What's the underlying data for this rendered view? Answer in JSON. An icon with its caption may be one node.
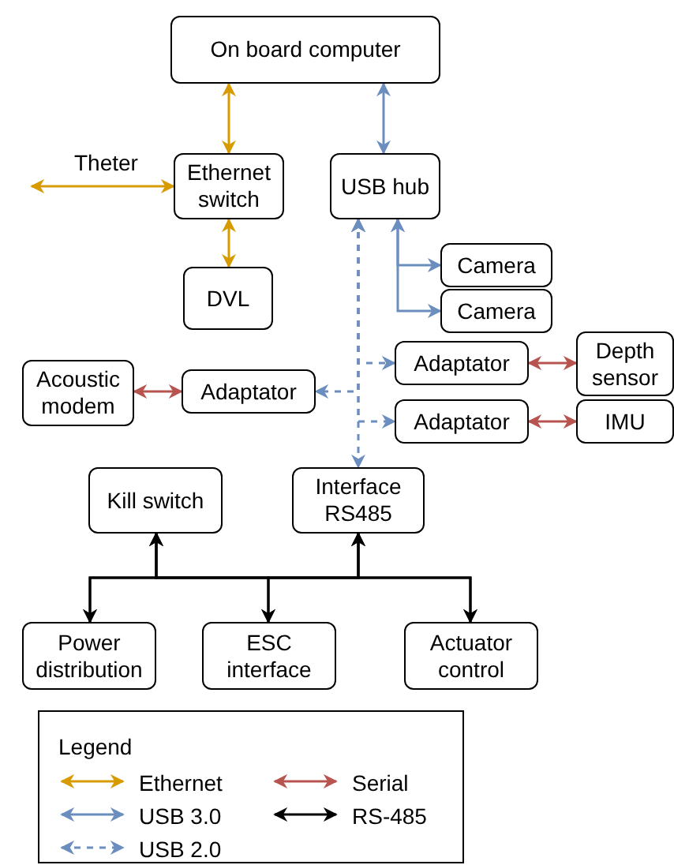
{
  "diagram": {
    "nodes": [
      {
        "text": [
          "On board computer"
        ]
      },
      {
        "text": [
          "Ethernet switch"
        ]
      },
      {
        "text": [
          "USB hub"
        ]
      },
      {
        "text": [
          "Camera"
        ]
      },
      {
        "text": [
          "Camera"
        ]
      },
      {
        "text": [
          "DVL"
        ]
      },
      {
        "text": [
          "Adaptator"
        ]
      },
      {
        "text": [
          "Depth sensor"
        ]
      },
      {
        "text": [
          "Acoustic modem"
        ]
      },
      {
        "text": [
          "Adaptator"
        ]
      },
      {
        "text": [
          "Adaptator"
        ]
      },
      {
        "text": [
          "IMU"
        ]
      },
      {
        "text": [
          "Kill switch"
        ]
      },
      {
        "text": [
          "Interface RS485"
        ]
      },
      {
        "text": [
          "Power distribution"
        ]
      },
      {
        "text": [
          "ESC interface"
        ]
      },
      {
        "text": [
          "Actuator control"
        ]
      }
    ],
    "edges": [
      {
        "from": 0,
        "to": 1,
        "arrow": "both",
        "color": "#d79b00"
      },
      {
        "from": 0,
        "to": 2,
        "arrow": "both"
      },
      {
        "from": null,
        "to": 1,
        "arrow": "both",
        "label": "Theter",
        "color": "#d79b00"
      },
      {
        "from": 1,
        "to": 5,
        "arrow": "both",
        "color": "#d79b00"
      },
      {
        "from": 2,
        "to": 3,
        "arrow": "both"
      },
      {
        "from": 2,
        "to": 4,
        "arrow": "both"
      },
      {
        "from": 2,
        "to": 6,
        "arrow": "both",
        "style": "dashed"
      },
      {
        "from": 2,
        "to": 9,
        "arrow": "both",
        "style": "dashed"
      },
      {
        "from": 2,
        "to": 10,
        "arrow": "both",
        "style": "dashed"
      },
      {
        "from": 2,
        "to": 13,
        "arrow": "both",
        "style": "dashed"
      },
      {
        "from": 6,
        "to": 7,
        "arrow": "both",
        "color": "#b85450"
      },
      {
        "from": 8,
        "to": 9,
        "arrow": "both",
        "color": "#b85450"
      },
      {
        "from": 10,
        "to": 11,
        "arrow": "both",
        "color": "#b85450"
      },
      {
        "from": 12,
        "to": 14,
        "arrow": "both",
        "color": "#000000"
      },
      {
        "from": 12,
        "to": 15,
        "arrow": "both",
        "color": "#000000"
      },
      {
        "from": 12,
        "to": 16,
        "arrow": "both",
        "color": "#000000"
      },
      {
        "from": 13,
        "to": 14,
        "arrow": "both",
        "color": "#000000"
      },
      {
        "from": 13,
        "to": 15,
        "arrow": "both",
        "color": "#000000"
      },
      {
        "from": 13,
        "to": 16,
        "arrow": "both",
        "color": "#000000"
      }
    ],
    "labels": [
      "Legend"
    ],
    "legend": [
      {
        "text": "Ethernet"
      },
      {
        "text": "Serial"
      },
      {
        "text": "USB 3.0"
      },
      {
        "text": "RS-485"
      },
      {
        "text": "USB 2.0"
      }
    ]
  }
}
